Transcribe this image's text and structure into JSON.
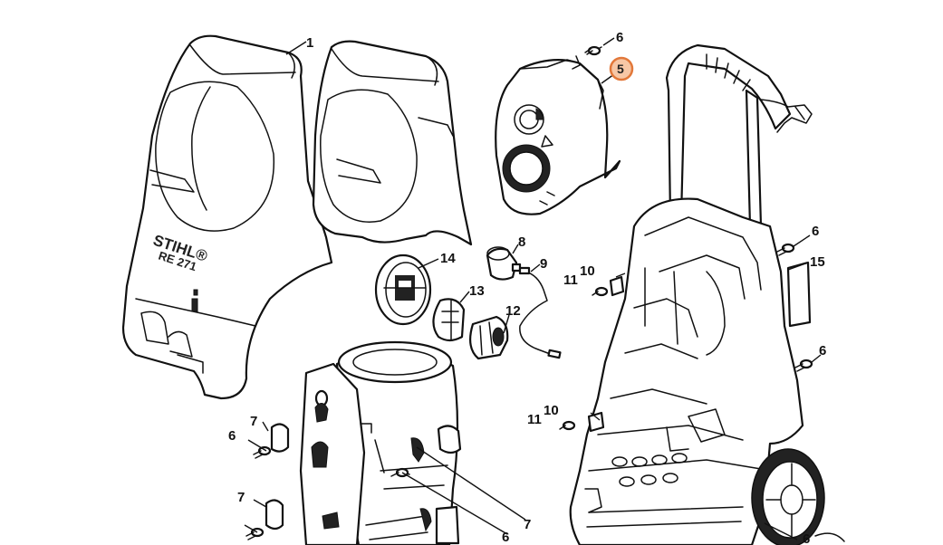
{
  "highlight_color": "#e2783a",
  "brand": {
    "logo": "STIHL®",
    "model": "RE 271"
  },
  "callouts": {
    "c1": "1",
    "c5": "5",
    "c6a": "6",
    "c6b": "6",
    "c6c": "6",
    "c6d": "6",
    "c6e": "6",
    "c6f": "6",
    "c7a": "7",
    "c7b": "7",
    "c7c": "7",
    "c8": "8",
    "c9": "9",
    "c10a": "10",
    "c10b": "10",
    "c11a": "11",
    "c11b": "11",
    "c12": "12",
    "c13": "13",
    "c14": "14",
    "c15": "15"
  },
  "highlighted_part": "5"
}
